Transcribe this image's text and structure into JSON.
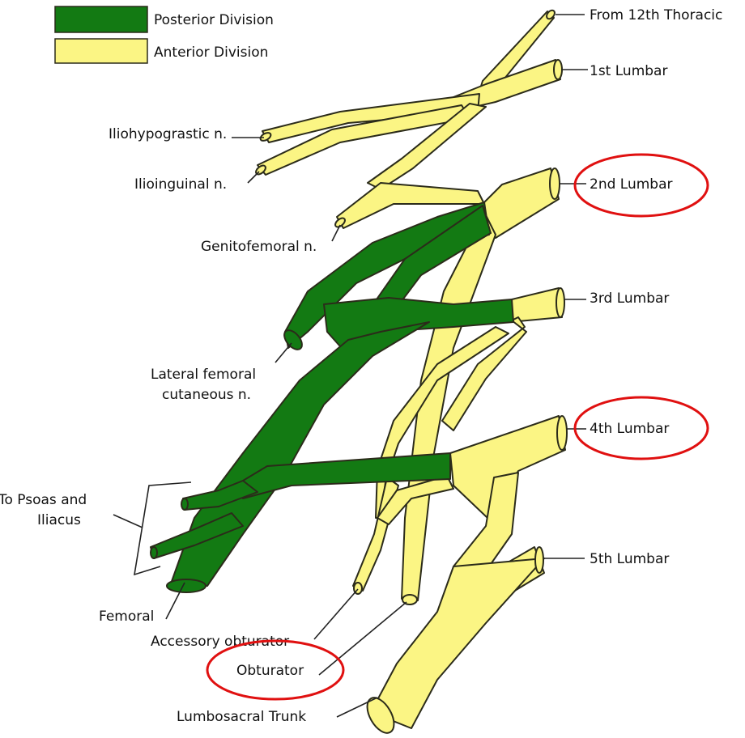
{
  "colors": {
    "posterior": "#137a13",
    "anterior": "#fbf584",
    "outline": "#2b2b1a",
    "highlight": "#e01010"
  },
  "legend": {
    "posterior_label": "Posterior Division",
    "anterior_label": "Anterior Division"
  },
  "roots": {
    "t12": "From 12th Thoracic",
    "l1": "1st Lumbar",
    "l2": "2nd Lumbar",
    "l3": "3rd Lumbar",
    "l4": "4th Lumbar",
    "l5": "5th Lumbar"
  },
  "branches": {
    "iliohypogastric": "Iliohypograstic n.",
    "ilioinguinal": "Ilioinguinal n.",
    "genitofemoral": "Genitofemoral n.",
    "lateral_femoral_1": "Lateral femoral",
    "lateral_femoral_2": "cutaneous n.",
    "psoas_1": "To Psoas and",
    "psoas_2": "Iliacus",
    "femoral": "Femoral",
    "accessory_obturator": "Accessory obturator",
    "obturator": "Obturator",
    "lumbosacral_trunk": "Lumbosacral Trunk"
  }
}
